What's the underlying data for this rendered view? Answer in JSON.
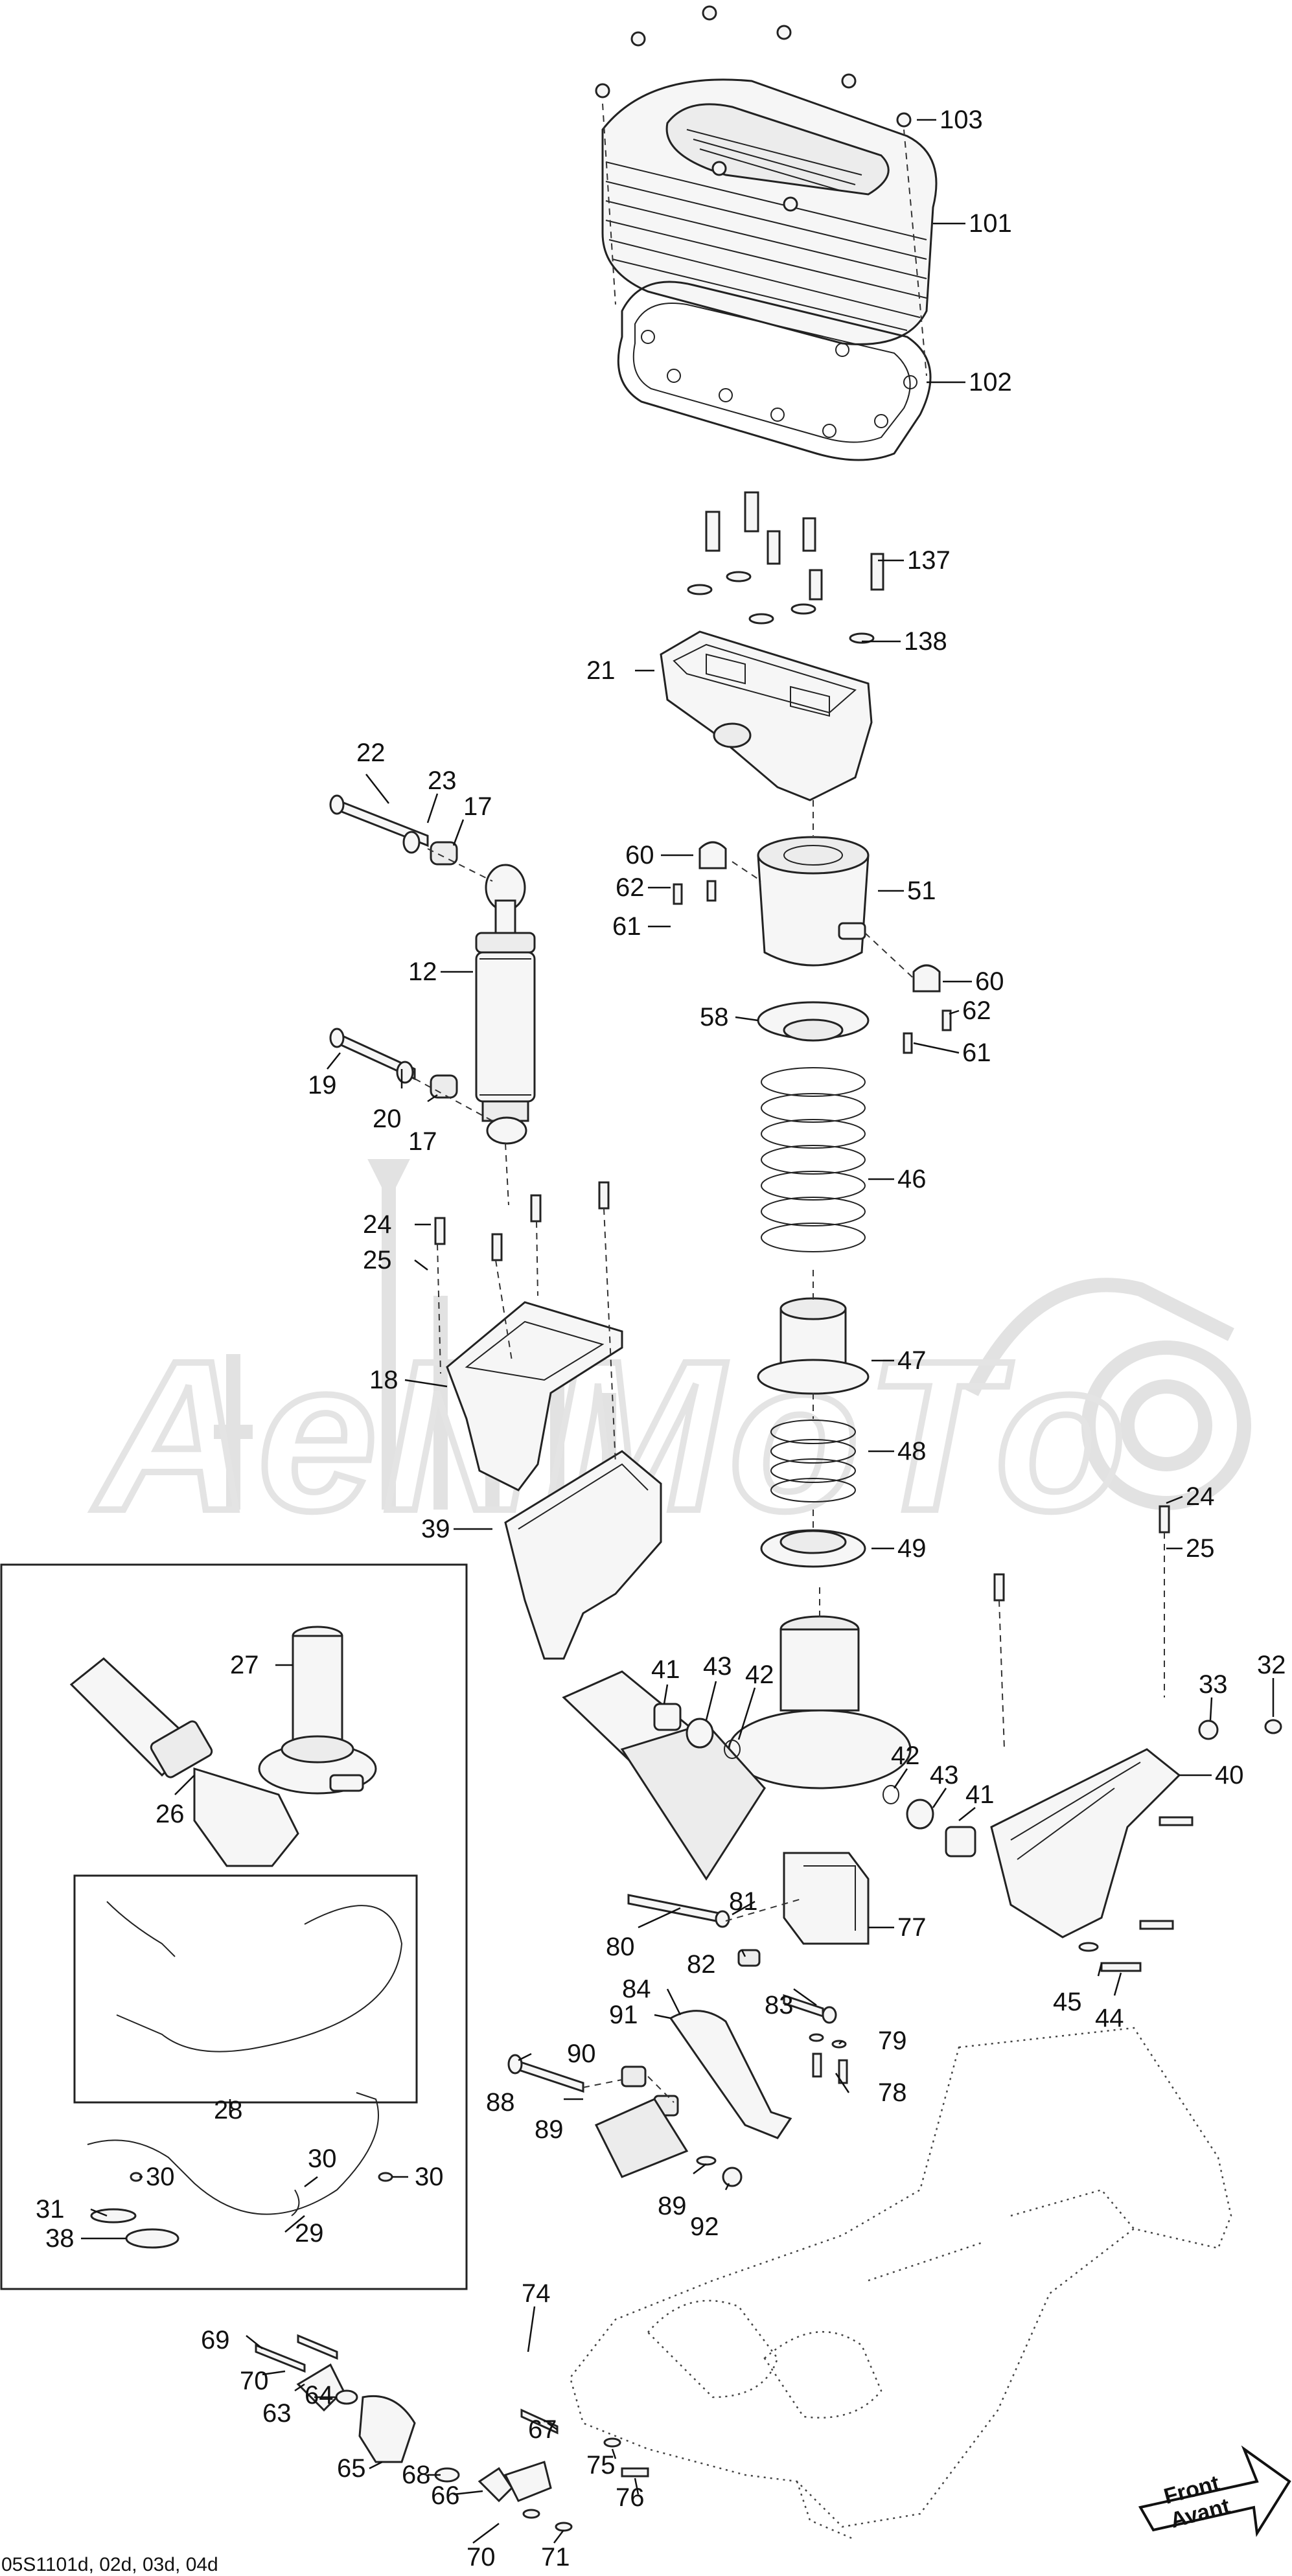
{
  "diagram_code": "05S1101d, 02d, 03d, 04d",
  "direction_label": {
    "line1": "Front",
    "line2": "Avant"
  },
  "watermark_text": "AeNMoTo",
  "callouts": [
    {
      "id": "c103",
      "label": "103"
    },
    {
      "id": "c101",
      "label": "101"
    },
    {
      "id": "c102",
      "label": "102"
    },
    {
      "id": "c137",
      "label": "137"
    },
    {
      "id": "c138",
      "label": "138"
    },
    {
      "id": "c21",
      "label": "21"
    },
    {
      "id": "c22",
      "label": "22"
    },
    {
      "id": "c23",
      "label": "23"
    },
    {
      "id": "c17a",
      "label": "17"
    },
    {
      "id": "c12",
      "label": "12"
    },
    {
      "id": "c19",
      "label": "19"
    },
    {
      "id": "c20",
      "label": "20"
    },
    {
      "id": "c17b",
      "label": "17"
    },
    {
      "id": "c60a",
      "label": "60"
    },
    {
      "id": "c62a",
      "label": "62"
    },
    {
      "id": "c61a",
      "label": "61"
    },
    {
      "id": "c51",
      "label": "51"
    },
    {
      "id": "c60b",
      "label": "60"
    },
    {
      "id": "c62b",
      "label": "62"
    },
    {
      "id": "c61b",
      "label": "61"
    },
    {
      "id": "c58",
      "label": "58"
    },
    {
      "id": "c46",
      "label": "46"
    },
    {
      "id": "c24a",
      "label": "24"
    },
    {
      "id": "c25a",
      "label": "25"
    },
    {
      "id": "c47",
      "label": "47"
    },
    {
      "id": "c18",
      "label": "18"
    },
    {
      "id": "c48",
      "label": "48"
    },
    {
      "id": "c24b",
      "label": "24"
    },
    {
      "id": "c25b",
      "label": "25"
    },
    {
      "id": "c39",
      "label": "39"
    },
    {
      "id": "c49",
      "label": "49"
    },
    {
      "id": "c27",
      "label": "27"
    },
    {
      "id": "c41a",
      "label": "41"
    },
    {
      "id": "c43a",
      "label": "43"
    },
    {
      "id": "c42a",
      "label": "42"
    },
    {
      "id": "c32",
      "label": "32"
    },
    {
      "id": "c33",
      "label": "33"
    },
    {
      "id": "c26",
      "label": "26"
    },
    {
      "id": "c42b",
      "label": "42"
    },
    {
      "id": "c43b",
      "label": "43"
    },
    {
      "id": "c41b",
      "label": "41"
    },
    {
      "id": "c40",
      "label": "40"
    },
    {
      "id": "c81",
      "label": "81"
    },
    {
      "id": "c77",
      "label": "77"
    },
    {
      "id": "c80",
      "label": "80"
    },
    {
      "id": "c82",
      "label": "82"
    },
    {
      "id": "c84",
      "label": "84"
    },
    {
      "id": "c83",
      "label": "83"
    },
    {
      "id": "c45",
      "label": "45"
    },
    {
      "id": "c44",
      "label": "44"
    },
    {
      "id": "c28",
      "label": "28"
    },
    {
      "id": "c91",
      "label": "91"
    },
    {
      "id": "c90",
      "label": "90"
    },
    {
      "id": "c79",
      "label": "79"
    },
    {
      "id": "c88",
      "label": "88"
    },
    {
      "id": "c78",
      "label": "78"
    },
    {
      "id": "c89a",
      "label": "89"
    },
    {
      "id": "c30a",
      "label": "30"
    },
    {
      "id": "c30b",
      "label": "30"
    },
    {
      "id": "c30c",
      "label": "30"
    },
    {
      "id": "c89b",
      "label": "89"
    },
    {
      "id": "c31",
      "label": "31"
    },
    {
      "id": "c92",
      "label": "92"
    },
    {
      "id": "c29",
      "label": "29"
    },
    {
      "id": "c38",
      "label": "38"
    },
    {
      "id": "c74",
      "label": "74"
    },
    {
      "id": "c69",
      "label": "69"
    },
    {
      "id": "c70a",
      "label": "70"
    },
    {
      "id": "c63",
      "label": "63"
    },
    {
      "id": "c64",
      "label": "64"
    },
    {
      "id": "c67",
      "label": "67"
    },
    {
      "id": "c65",
      "label": "65"
    },
    {
      "id": "c75",
      "label": "75"
    },
    {
      "id": "c68",
      "label": "68"
    },
    {
      "id": "c66",
      "label": "66"
    },
    {
      "id": "c76",
      "label": "76"
    },
    {
      "id": "c70b",
      "label": "70"
    },
    {
      "id": "c71",
      "label": "71"
    }
  ]
}
